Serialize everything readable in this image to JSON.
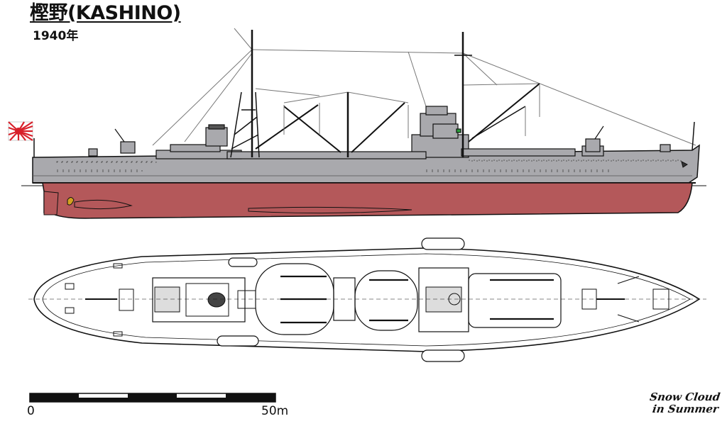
{
  "header": {
    "title": "樫野(KASHINO)",
    "year": "1940年"
  },
  "scale_bar": {
    "start_label": "0",
    "end_label": "50m"
  },
  "signature": {
    "line1": "Snow Cloud",
    "line2": "in Summer"
  },
  "colors": {
    "hull_grey": "#a9a9ad",
    "hull_red": "#b4585a",
    "outline": "#111111",
    "flag_red": "#d8202a"
  },
  "icons": {
    "flag": "rising-sun-flag-icon"
  }
}
